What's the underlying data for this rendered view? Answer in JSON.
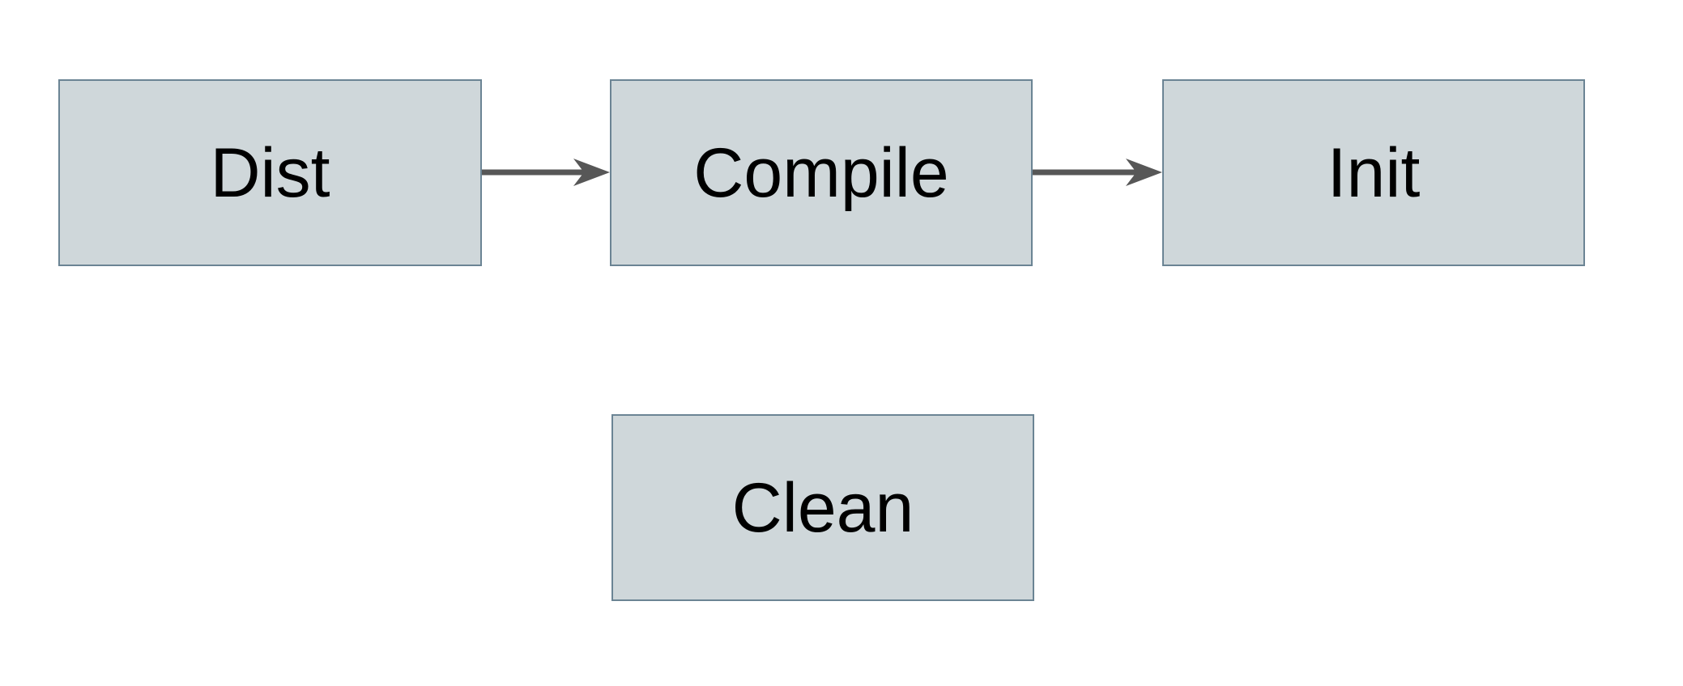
{
  "diagram": {
    "nodes": [
      {
        "id": "dist",
        "label": "Dist"
      },
      {
        "id": "compile",
        "label": "Compile"
      },
      {
        "id": "init",
        "label": "Init"
      },
      {
        "id": "clean",
        "label": "Clean"
      }
    ],
    "edges": [
      {
        "from": "dist",
        "to": "compile"
      },
      {
        "from": "compile",
        "to": "init"
      }
    ]
  },
  "colors": {
    "background": "#ffffff",
    "box_fill": "#cfd7da",
    "box_border": "#6b8494",
    "text": "#000000",
    "arrow": "#575757"
  }
}
